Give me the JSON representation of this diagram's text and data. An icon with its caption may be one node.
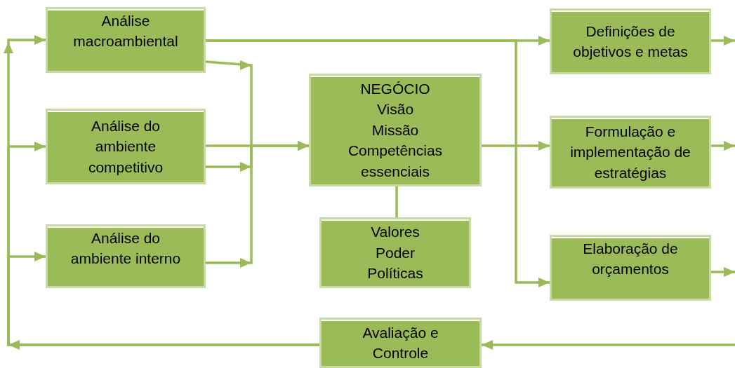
{
  "diagram": {
    "nodes": [
      {
        "text": [
          "Análise macroambiental"
        ]
      },
      {
        "text": [
          "Análise do ambiente competitivo"
        ]
      },
      {
        "text": [
          "Análise do ambiente interno"
        ]
      },
      {
        "text": [
          "NEGÓCIO",
          "Visão",
          "Missão",
          "Competências essenciais"
        ]
      },
      {
        "text": [
          "Valores",
          "Poder",
          "Políticas"
        ]
      },
      {
        "text": [
          "Definições de objetivos e metas"
        ]
      },
      {
        "text": [
          "Formulação e implementação de estratégias"
        ]
      },
      {
        "text": [
          "Elaboração de orçamentos"
        ]
      },
      {
        "text": [
          "Avaliação e Controle"
        ]
      }
    ],
    "edges": [
      {
        "from": 0,
        "to": 5,
        "arrow": "to"
      },
      {
        "from": 0,
        "to": 3,
        "arrow": "to"
      },
      {
        "from": 1,
        "to": 3,
        "arrow": "to"
      },
      {
        "from": 1,
        "to": 3,
        "arrow": "to"
      },
      {
        "from": 2,
        "to": 3,
        "arrow": "to"
      },
      {
        "from": 3,
        "to": 6,
        "arrow": "to"
      },
      {
        "from": 0,
        "to": 7,
        "arrow": "to"
      },
      {
        "from": 3,
        "to": 4,
        "arrow": "none"
      },
      {
        "from": 5,
        "to": null,
        "arrow": "to"
      },
      {
        "from": 6,
        "to": null,
        "arrow": "to"
      },
      {
        "from": 7,
        "to": null,
        "arrow": "to"
      },
      {
        "from": null,
        "to": 8,
        "arrow": "to"
      },
      {
        "from": 8,
        "to": 0,
        "arrow": "to"
      },
      {
        "from": 8,
        "to": 1,
        "arrow": "to"
      },
      {
        "from": 8,
        "to": 2,
        "arrow": "to"
      }
    ]
  }
}
